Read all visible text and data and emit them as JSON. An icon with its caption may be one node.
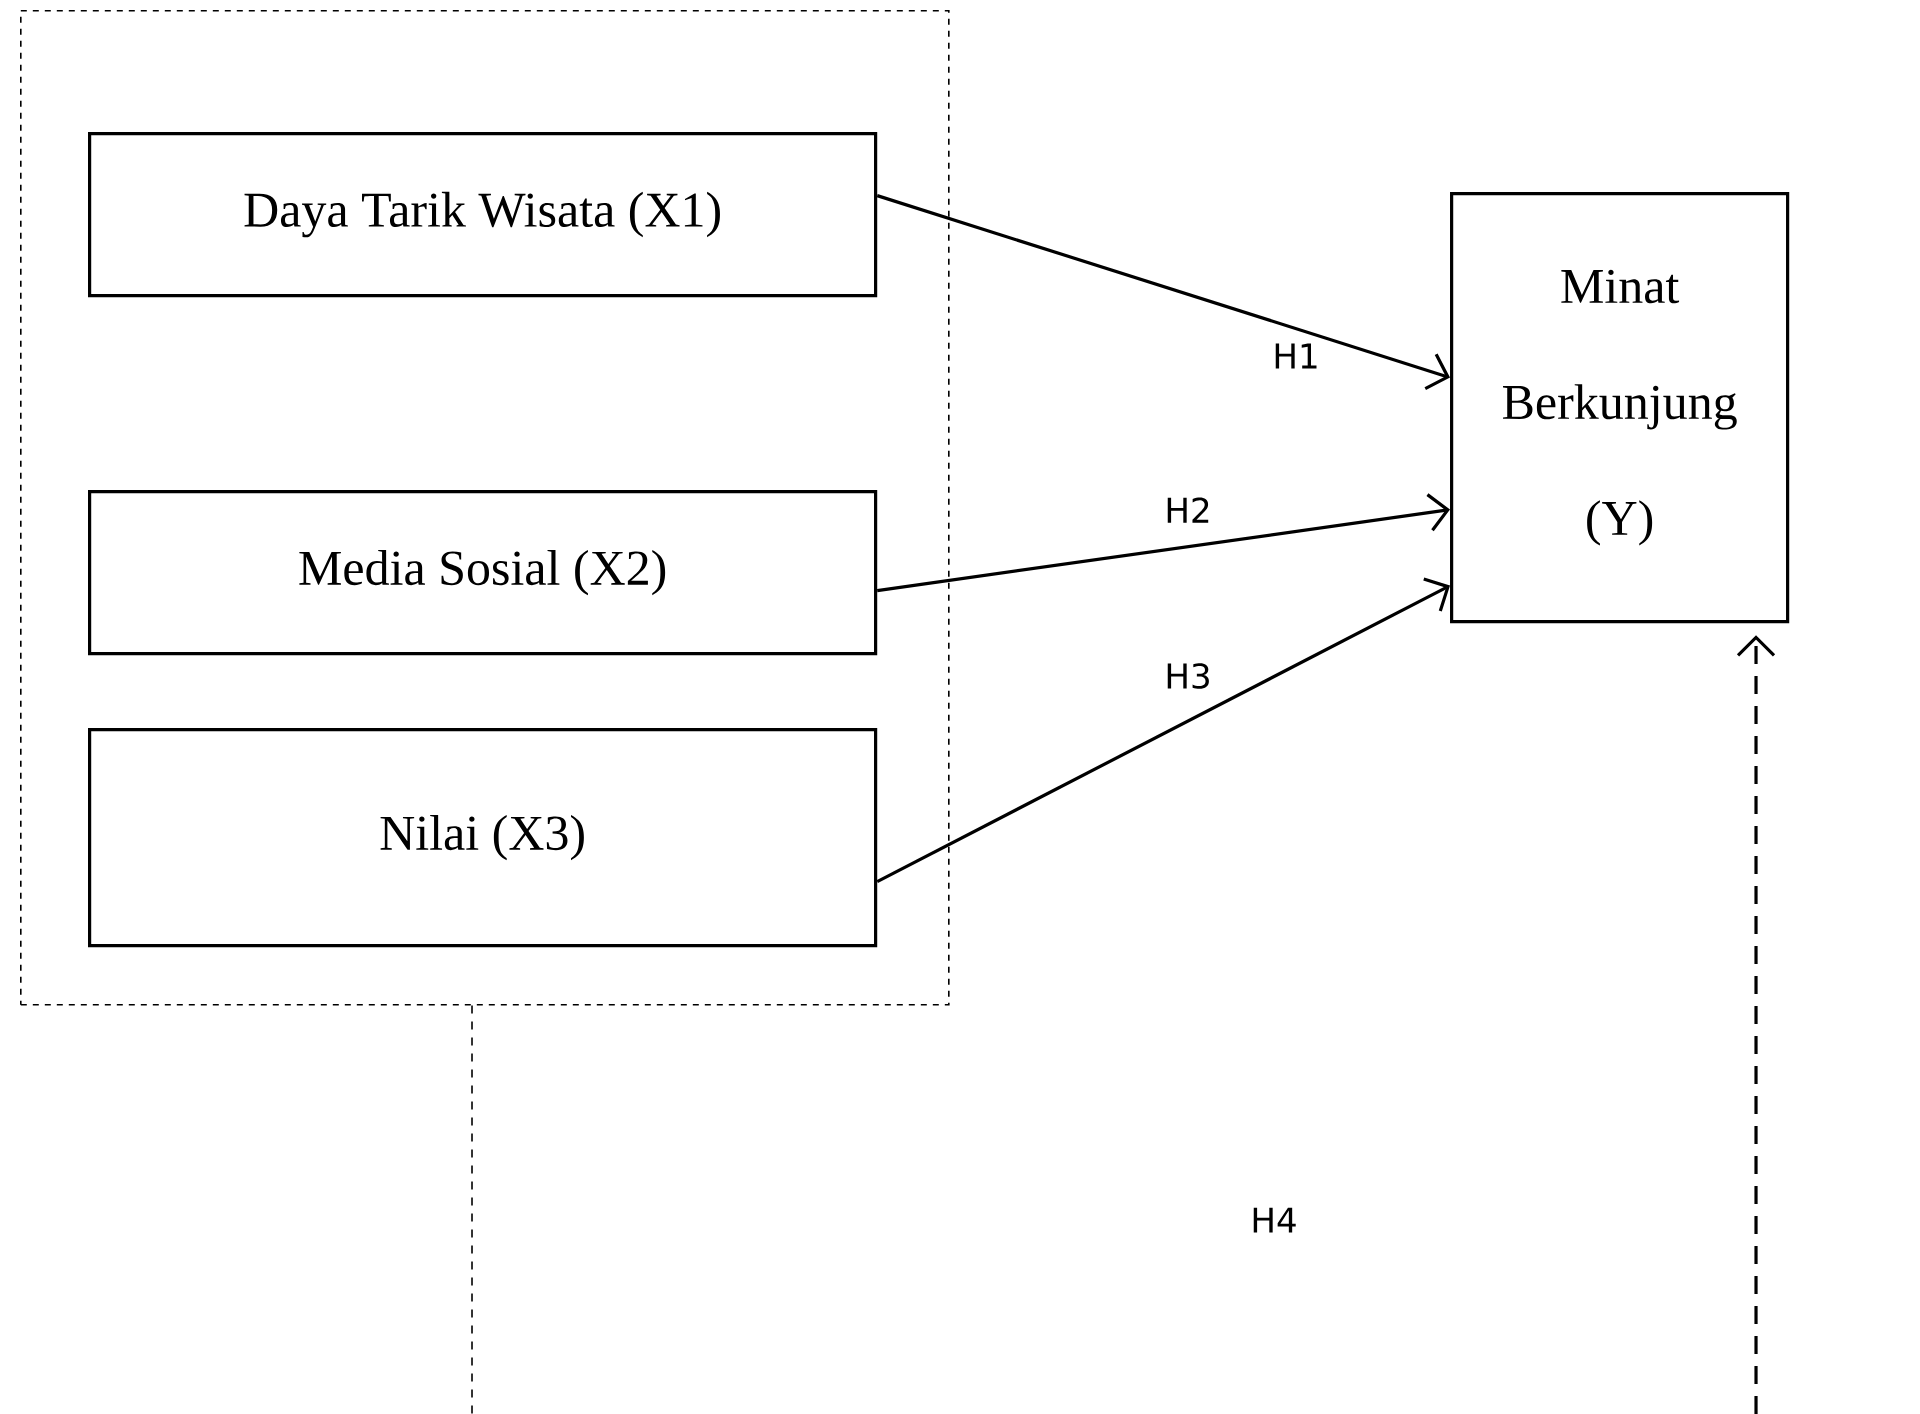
{
  "diagram": {
    "nodes": [
      {
        "text": [],
        "shape": "box"
      },
      {
        "text": [
          "Daya Tarik Wisata (X1)"
        ],
        "in": 0
      },
      {
        "text": [
          "Media Sosial (X2)"
        ],
        "in": 0
      },
      {
        "text": [
          "Nilai (X3)"
        ],
        "in": 0
      },
      {
        "text": [
          "Minat Berkunjung (Y)"
        ]
      }
    ],
    "edges": [
      {
        "from": 1,
        "to": 4,
        "arrow": "to",
        "label": "H1"
      },
      {
        "from": 2,
        "to": 4,
        "arrow": "to",
        "label": "H2"
      },
      {
        "from": 3,
        "to": 4,
        "arrow": "to",
        "label": "H3"
      },
      {
        "from": 0,
        "to": null,
        "arrow": "none",
        "style": "dashed"
      },
      {
        "from": null,
        "to": 4,
        "arrow": "to",
        "style": "dashed"
      }
    ],
    "labels": [
      "H4"
    ]
  }
}
